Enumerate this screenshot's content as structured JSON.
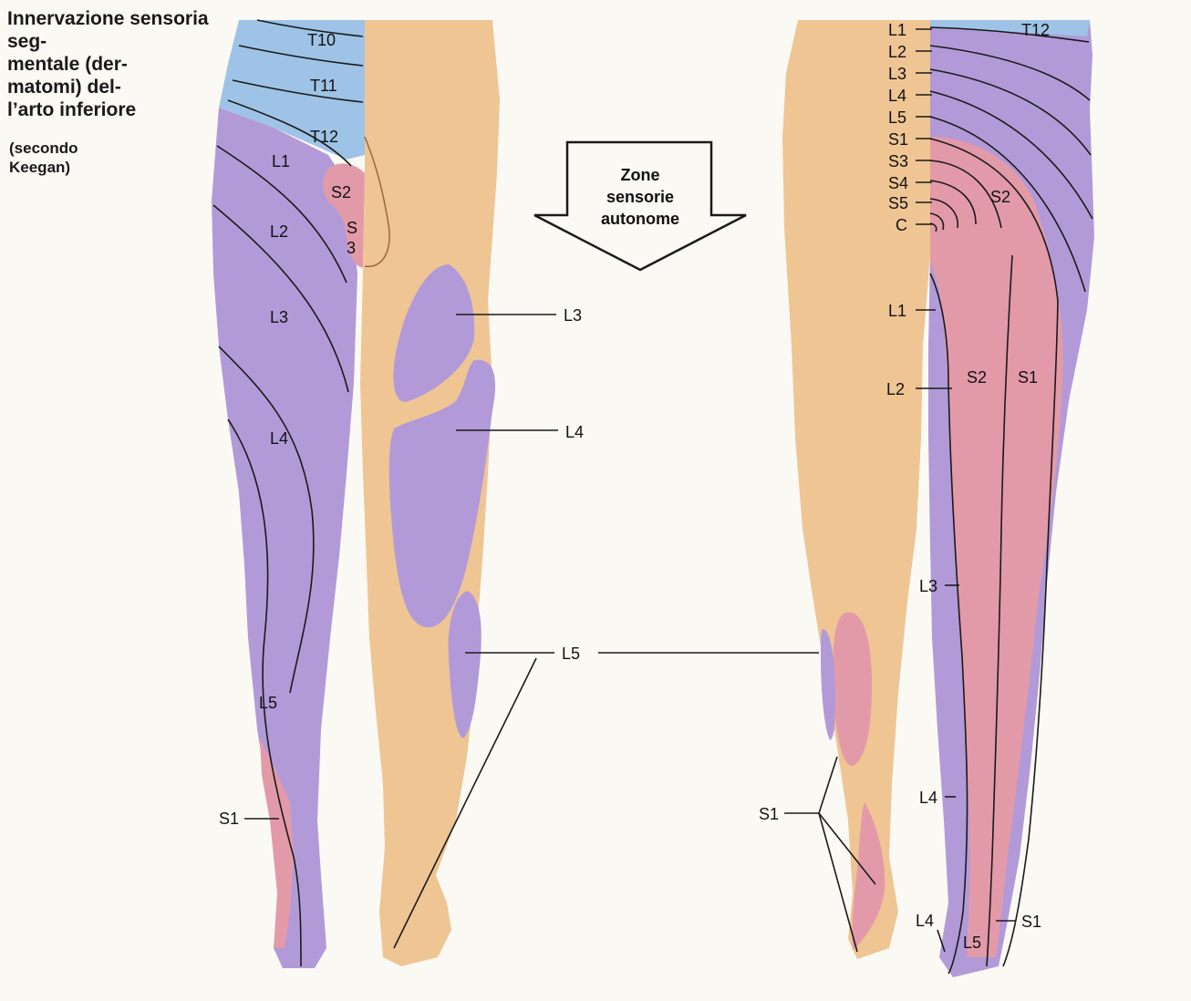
{
  "title": "Innervazione sensoria seg-\nmentale (der-\nmatomi) del-\nl’arto inferiore",
  "subtitle": "(secondo\nKeegan)",
  "arrow_text": "Zone\nsensorie\nautonome",
  "colors": {
    "thoracic_blue": "#9ec3e6",
    "lumbar_purple": "#b29ad8",
    "sacral_red": "#e39aa8",
    "skin": "#efc594",
    "paper": "#fbf9f4"
  },
  "front_labels": {
    "t10": "T10",
    "t11": "T11",
    "t12": "T12",
    "l1": "L1",
    "s2": "S2",
    "s": "S",
    "s3": "3",
    "l2": "L2",
    "l3": "L3",
    "l4": "L4",
    "l5": "L5",
    "s1": "S1"
  },
  "autonomous_labels": {
    "l3": "L3",
    "l4": "L4",
    "l5": "L5"
  },
  "back_labels": {
    "t12": "T12",
    "l1_top": "L1",
    "l2_top": "L2",
    "l3_top": "L3",
    "l4_top": "L4",
    "l5_top": "L5",
    "s1_top": "S1",
    "s3": "S3",
    "s4": "S4",
    "s5": "S5",
    "c": "C",
    "s2_buttock": "S2",
    "l1": "L1",
    "l2": "L2",
    "s2_thigh": "S2",
    "s1_thigh": "S1",
    "l3": "L3",
    "l4": "L4",
    "s1_foot": "S1",
    "l4_foot": "L4",
    "l5_foot": "L5",
    "s1_heel": "S1"
  }
}
